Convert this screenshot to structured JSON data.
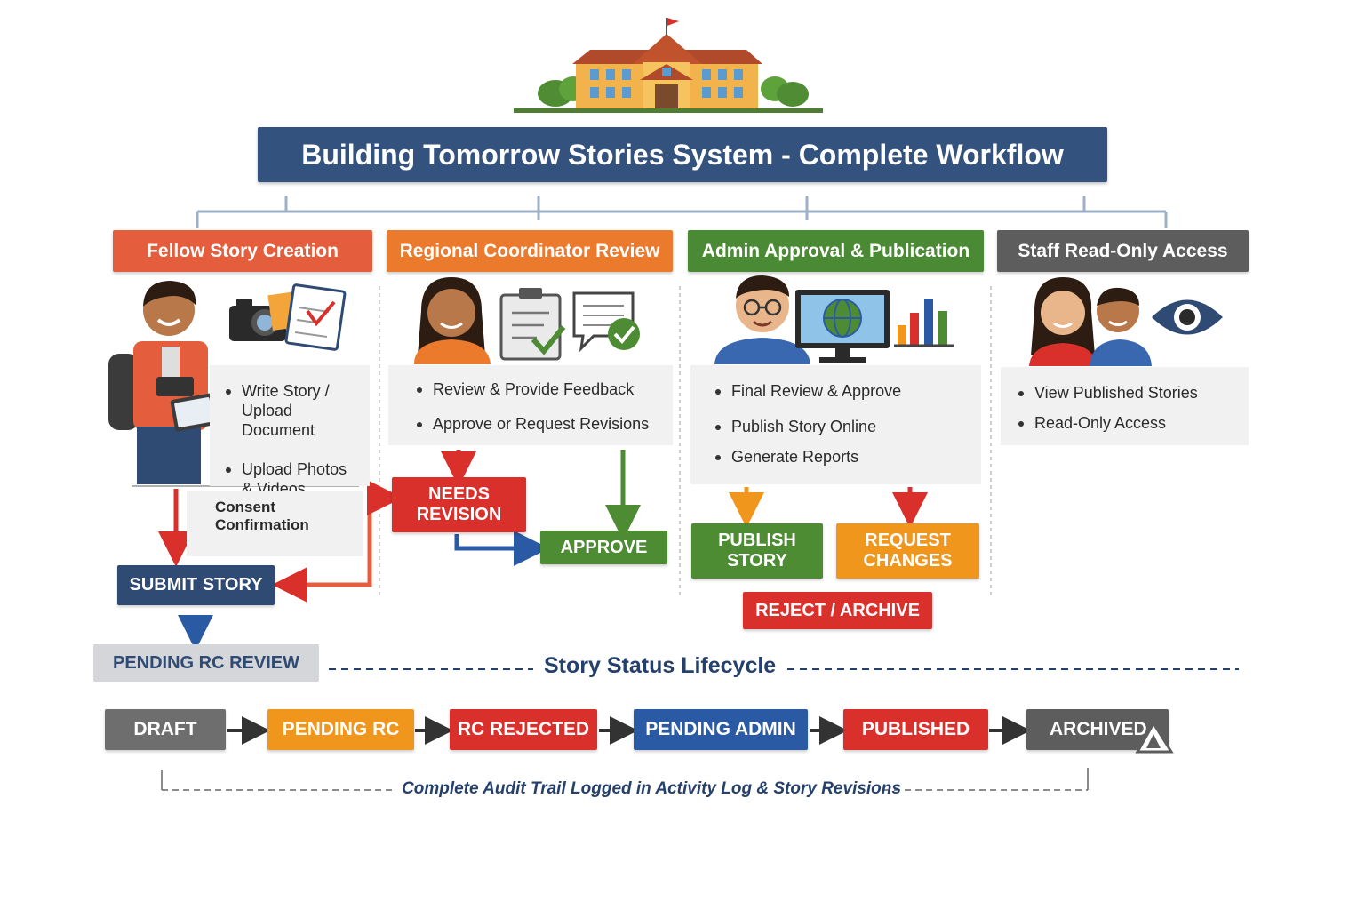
{
  "title": "Building Tomorrow Stories System - Complete Workflow",
  "colors": {
    "title": "#34527e",
    "fellow": "#e45d3c",
    "rc": "#ec7a2d",
    "admin": "#4b8a35",
    "staff": "#5d5d5d",
    "red": "#d9302c",
    "orange": "#f0961d",
    "green": "#4e8c33",
    "navy": "#2f4a73",
    "blue": "#2a5aa3",
    "gray": "#6e6e6e"
  },
  "columns": {
    "fellow": {
      "header": "Fellow Story Creation",
      "bullets": [
        "Write Story /\nUpload Document",
        "Upload Photos\n& Videos"
      ],
      "consent": "Consent\nConfirmation"
    },
    "rc": {
      "header": "Regional Coordinator Review",
      "bullets": [
        "Review & Provide Feedback",
        "Approve or Request Revisions"
      ]
    },
    "admin": {
      "header": "Admin Approval & Publication",
      "bullets": [
        "Final Review & Approve",
        "Publish Story Online",
        "Generate Reports"
      ]
    },
    "staff": {
      "header": "Staff Read-Only Access",
      "bullets": [
        "View Published Stories",
        "Read-Only Access"
      ]
    }
  },
  "actions": {
    "submit": "SUBMIT STORY",
    "pending_rc_review": "PENDING RC REVIEW",
    "needs_revision": "NEEDS\nREVISION",
    "approve": "APPROVE",
    "publish": "PUBLISH\nSTORY",
    "request_changes": "REQUEST\nCHANGES",
    "reject": "REJECT / ARCHIVE"
  },
  "lifecycle": {
    "label": "Story Status Lifecycle",
    "statuses": [
      "DRAFT",
      "PENDING RC",
      "RC REJECTED",
      "PENDING ADMIN",
      "PUBLISHED",
      "ARCHIVED"
    ]
  },
  "audit": "Complete Audit Trail Logged in Activity Log & Story Revisions"
}
